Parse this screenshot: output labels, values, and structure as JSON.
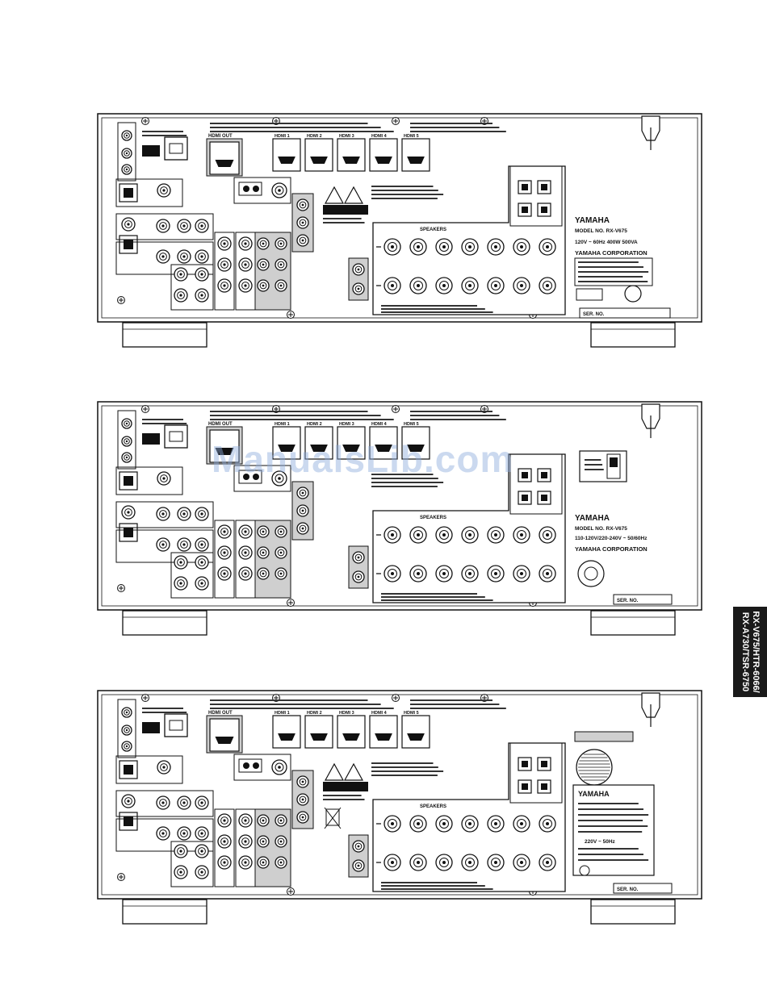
{
  "side_tab": {
    "line1": "RX-V675/HTR-6066/",
    "line2": "RX-A730/TSR-6750"
  },
  "watermark": "ManualsLib.com",
  "panels": [
    {
      "brand": "YAMAHA",
      "model": "MODEL NO. RX-V675",
      "corp": "YAMAHA CORPORATION",
      "rating": "120V ~ 60Hz  400W 500VA",
      "hdmi_out": "HDMI OUT",
      "hdmi_in": [
        "HDMI 1",
        "HDMI 2",
        "HDMI 3",
        "HDMI 4",
        "HDMI 5"
      ],
      "speakers": "SPEAKERS",
      "ser_no": "SER. NO."
    },
    {
      "brand": "YAMAHA",
      "model": "MODEL NO. RX-V675",
      "corp": "YAMAHA CORPORATION",
      "rating": "110-120V/220-240V ~ 50/60Hz",
      "hdmi_out": "HDMI OUT",
      "hdmi_in": [
        "HDMI 1",
        "HDMI 2",
        "HDMI 3",
        "HDMI 4",
        "HDMI 5"
      ],
      "speakers": "SPEAKERS",
      "ser_no": "SER. NO."
    },
    {
      "brand": "YAMAHA",
      "model": "",
      "corp": "",
      "rating": "220V ~ 50Hz",
      "hdmi_out": "HDMI OUT",
      "hdmi_in": [
        "HDMI 1",
        "HDMI 2",
        "HDMI 3",
        "HDMI 4",
        "HDMI 5"
      ],
      "speakers": "SPEAKERS",
      "ser_no": "SER. NO."
    }
  ]
}
